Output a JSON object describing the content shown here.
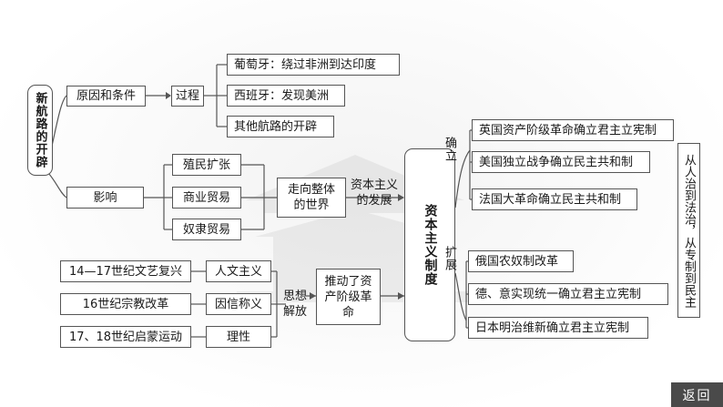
{
  "root": "新航路的开辟",
  "causes": "原因和条件",
  "process": "过程",
  "process_items": [
    "葡萄牙：绕过非洲到达印度",
    "西班牙：发现美洲",
    "其他航路的开辟"
  ],
  "influence": "影响",
  "trade_items": [
    "殖民扩张",
    "商业贸易",
    "奴隶贸易"
  ],
  "world": "走向整体的世界",
  "capitalism_dev": "资本主义的发展",
  "core": "资本主义制度",
  "establish": "确立",
  "establish_items": [
    "英国资产阶级革命确立君主立宪制",
    "美国独立战争确立民主共和制",
    "法国大革命确立民主共和制"
  ],
  "expand": "扩展",
  "expand_items": [
    "俄国农奴制改革",
    "德、意实现统一确立君主立宪制",
    "日本明治维新确立君主立宪制"
  ],
  "movements": [
    "14—17世纪文艺复兴",
    "16世纪宗教改革",
    "17、18世纪启蒙运动"
  ],
  "ideas": [
    "人文主义",
    "因信称义",
    "理性"
  ],
  "liberation": "思想解放",
  "push": "推动了资产阶级革命",
  "summary": "从人治到法治，从专制到民主",
  "nav_back": "返回"
}
